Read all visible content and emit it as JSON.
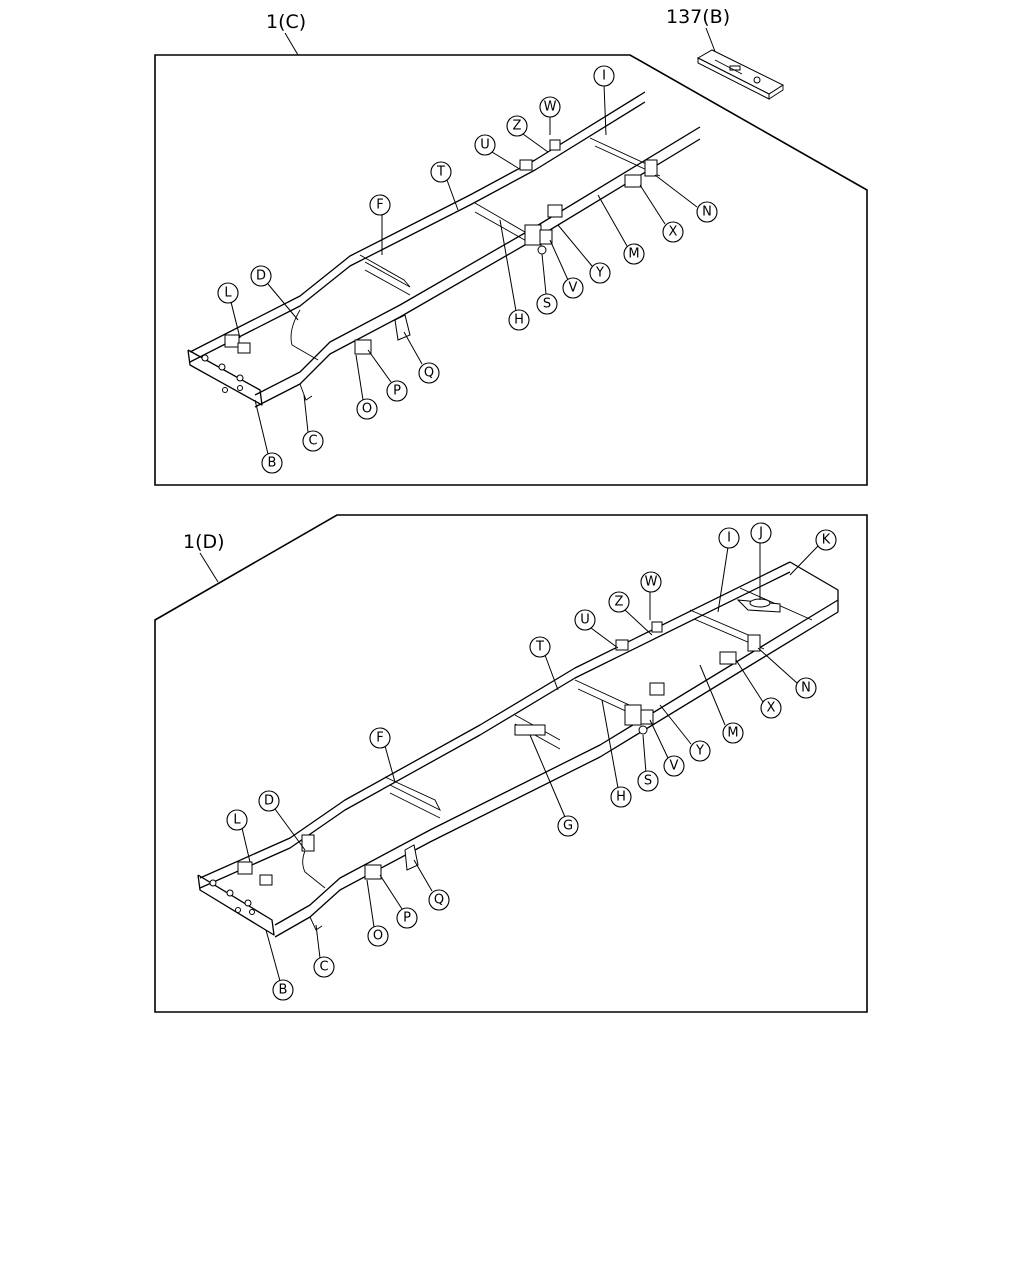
{
  "labels": {
    "assembly_c": "1(C)",
    "assembly_d": "1(D)",
    "part_137b": "137(B)"
  },
  "callouts": {
    "top": [
      "I",
      "W",
      "Z",
      "U",
      "T",
      "F",
      "D",
      "L",
      "N",
      "X",
      "M",
      "Y",
      "V",
      "S",
      "H",
      "Q",
      "P",
      "O",
      "C",
      "B"
    ],
    "bottom": [
      "I",
      "J",
      "K",
      "W",
      "Z",
      "U",
      "T",
      "F",
      "D",
      "L",
      "N",
      "X",
      "M",
      "Y",
      "V",
      "S",
      "H",
      "G",
      "Q",
      "P",
      "O",
      "C",
      "B"
    ]
  }
}
